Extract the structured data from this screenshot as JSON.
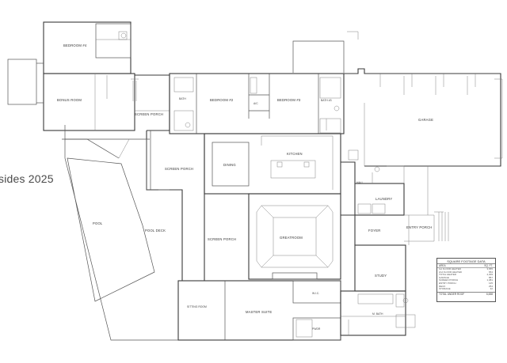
{
  "watermark": "sides 2025",
  "rooms": {
    "bedroom4": "BEDROOM #4",
    "bonus_room": "BONUS ROOM",
    "screen_porch_top": "SCREEN PORCH",
    "bath": "BATH",
    "bedroom2": "BEDROOM #2",
    "ac": "A/C",
    "bedroom3": "BEDROOM #3",
    "bath3": "BATH #3",
    "garage": "GARAGE",
    "kitchen": "KITCHEN",
    "dining": "DINING",
    "screen_porch_mid": "SCREEN PORCH",
    "pool": "POOL",
    "pool_deck": "POOL DECK",
    "screen_porch_low": "SCREEN PORCH",
    "greatroom": "GREATROOM",
    "laundry": "LAUNDRY",
    "foyer": "FOYER",
    "entry_porch": "ENTRY PORCH",
    "study": "STUDY",
    "hall": "HALL",
    "wic": "W.I.C.",
    "sitting_room": "SITTING ROOM",
    "master_suite": "MASTER SUITE",
    "master_bath": "M. BATH",
    "pwdr": "PWDR"
  },
  "table": {
    "title": "SQUARE FOOTAGE DATA",
    "col_area": "AREA",
    "col_sqft": "SQ. FT.",
    "rows": [
      {
        "label": "1st FLOOR HEATED",
        "value": "3,655"
      },
      {
        "label": "2nd FLOOR HEATED",
        "value": "654"
      },
      {
        "label": "TOTAL HEATED",
        "value": "4,309"
      },
      {
        "label": "GARAGE",
        "value": "857"
      },
      {
        "label": "SCREEN PORCH",
        "value": "1,081"
      },
      {
        "label": "ENTRY PORCH",
        "value": "125"
      },
      {
        "label": "DECK",
        "value": "254"
      },
      {
        "label": "STORAGE",
        "value": "32"
      }
    ],
    "total_label": "TOTAL UNDER ROOF",
    "total_value": "6,658"
  }
}
